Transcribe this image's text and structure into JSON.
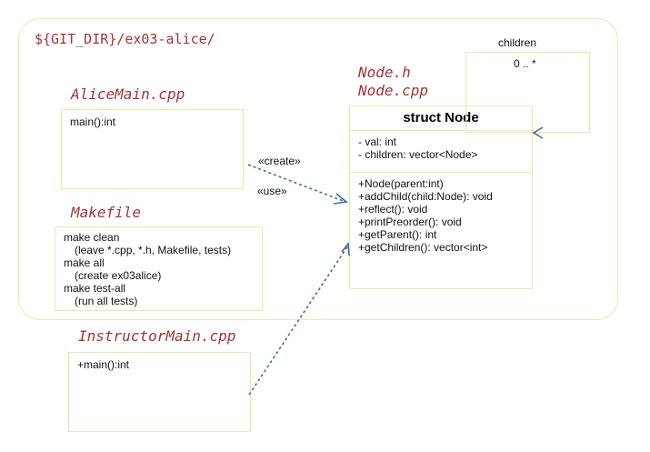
{
  "package": {
    "title": "${GIT_DIR}/ex03-alice/"
  },
  "node_files": [
    "Node.h",
    "Node.cpp"
  ],
  "alice_main": {
    "title": "AliceMain.cpp",
    "ops": [
      "main():int"
    ]
  },
  "makefile": {
    "title": "Makefile",
    "lines": [
      {
        "text": "make clean",
        "indent": false
      },
      {
        "text": "(leave *.cpp, *.h, Makefile, tests)",
        "indent": true
      },
      {
        "text": "make all",
        "indent": false
      },
      {
        "text": "(create ex03alice)",
        "indent": true
      },
      {
        "text": "make test-all",
        "indent": false
      },
      {
        "text": "(run all tests)",
        "indent": true
      }
    ]
  },
  "instructor_main": {
    "title": "InstructorMain.cpp",
    "ops": [
      "+main():int"
    ]
  },
  "node_class": {
    "name": "struct Node",
    "fields": [
      "- val: int",
      "- children: vector<Node>"
    ],
    "methods": [
      "+Node(parent:int)",
      "+addChild(child:Node): void",
      "+reflect(): void",
      "+printPreorder(): void",
      "+getParent(): int",
      "+getChildren(): vector<int>"
    ]
  },
  "self_assoc": {
    "role": "children",
    "multiplicity": "0 .. *"
  },
  "relations": {
    "create": "«create»",
    "use": "«use»"
  },
  "colors": {
    "border": "#f0e6a8",
    "title": "#a83232",
    "arrow": "#3a6ea5"
  }
}
